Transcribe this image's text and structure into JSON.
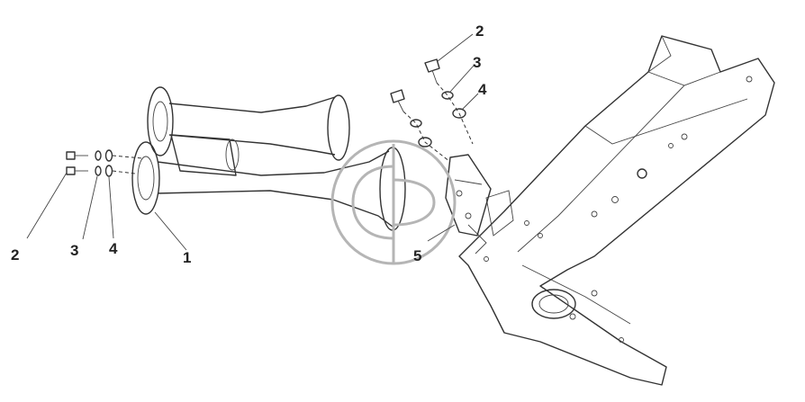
{
  "diagram": {
    "callouts": {
      "left_2": "2",
      "left_3": "3",
      "left_4": "4",
      "horn_1": "1",
      "bracket_5": "5",
      "top_2": "2",
      "top_3": "3",
      "top_4": "4"
    },
    "watermark_logo": "circular-logo-watermark",
    "colors": {
      "line": "#333333",
      "watermark": "#b5b5b5",
      "background": "#ffffff"
    }
  }
}
